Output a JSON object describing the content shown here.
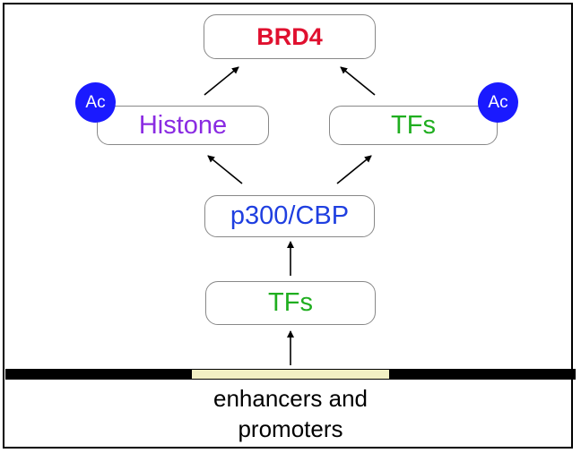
{
  "nodes": {
    "brd4": {
      "label": "BRD4",
      "color": "#e0102f"
    },
    "histone": {
      "label": "Histone",
      "color": "#8a2be2"
    },
    "tfs_top": {
      "label": "TFs",
      "color": "#1fae1f"
    },
    "p300": {
      "label": "p300/CBP",
      "color": "#1f3fe0"
    },
    "tfs_bottom": {
      "label": "TFs",
      "color": "#1fae1f"
    }
  },
  "acetyl_badges": {
    "label": "Ac",
    "color": "#1a1aff"
  },
  "dna": {
    "strand_color": "#000000",
    "region_color": "#f2f0c4",
    "region_caption": [
      "enhancers and",
      "promoters"
    ]
  },
  "edges": [
    {
      "from": "region",
      "to": "tfs_bottom"
    },
    {
      "from": "tfs_bottom",
      "to": "p300"
    },
    {
      "from": "p300",
      "to": "histone"
    },
    {
      "from": "p300",
      "to": "tfs_top"
    },
    {
      "from": "histone",
      "to": "brd4"
    },
    {
      "from": "tfs_top",
      "to": "brd4"
    }
  ]
}
